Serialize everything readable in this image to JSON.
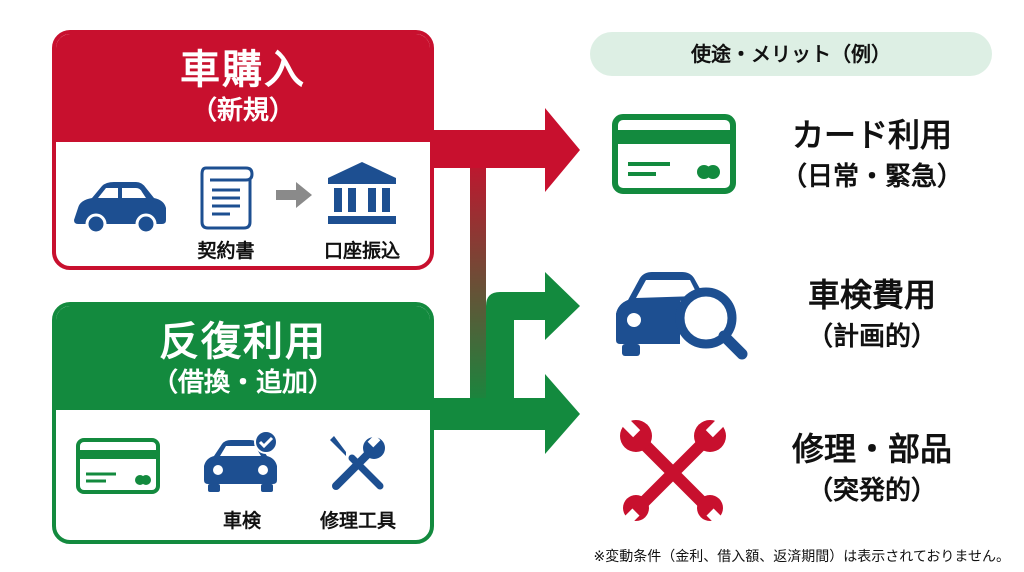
{
  "left": {
    "purchase": {
      "title": "車購入",
      "subtitle": "（新規）",
      "contract_label": "契約書",
      "bank_label": "口座振込"
    },
    "repeat": {
      "title": "反復利用",
      "subtitle": "（借換・追加）",
      "inspection_label": "車検",
      "tools_label": "修理工具"
    }
  },
  "right": {
    "header": "使途・メリット（例）",
    "items": [
      {
        "title": "カード利用",
        "subtitle": "（日常・緊急）"
      },
      {
        "title": "車検費用",
        "subtitle": "（計画的）"
      },
      {
        "title": "修理・部品",
        "subtitle": "（突発的）"
      }
    ]
  },
  "footnote": "※変動条件（金利、借入額、返済期間）は表示されておりません。",
  "colors": {
    "red": "#c8102e",
    "green": "#138a3e",
    "navy": "#1d4f91",
    "pill": "#ddefe4"
  },
  "icons": [
    "car-icon",
    "contract-scroll-icon",
    "arrow-right-icon",
    "bank-icon",
    "credit-card-icon",
    "car-check-icon",
    "wrench-screwdriver-icon",
    "car-magnifier-icon",
    "crossed-wrenches-icon"
  ]
}
